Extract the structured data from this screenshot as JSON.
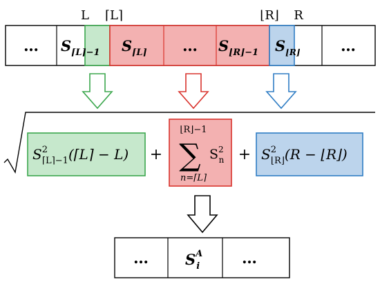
{
  "top": {
    "labels": {
      "L": "L",
      "Lceil": "⌈L⌉",
      "Rfloor": "⌊R⌋",
      "R": "R"
    },
    "cells": {
      "dots1": "…",
      "s_prev_base": "S",
      "s_prev_sub": "⌈L⌉−1",
      "s_l_base": "S",
      "s_l_sub": "⌈L⌉",
      "dots2": "…",
      "s_r1_base": "S",
      "s_r1_sub": "⌊R⌋−1",
      "s_r_base": "S",
      "s_r_sub": "⌊R⌋",
      "dots3": "…"
    }
  },
  "formula": {
    "left": {
      "base": "S",
      "sup": "2",
      "sub": "⌈L⌉−1",
      "rest": "(⌈L⌉ − L)"
    },
    "plus1": "+",
    "sum": {
      "upper": "⌊R⌋−1",
      "symbol": "∑",
      "lower": "n=⌈L⌉",
      "term_base": "S",
      "term_sup": "2",
      "term_sub": "n"
    },
    "plus2": "+",
    "right": {
      "base": "S",
      "sup": "2",
      "sub": "⌊R⌋",
      "rest": "(R − ⌊R⌋)"
    }
  },
  "bottom": {
    "dots1": "…",
    "s_base": "S",
    "s_sup": "A",
    "s_sub": "i",
    "dots2": "…"
  },
  "colors": {
    "green_fill": "#c6e8cc",
    "green_stroke": "#3aa64c",
    "red_fill": "#f3b1b1",
    "red_stroke": "#d9322c",
    "blue_fill": "#bcd4ec",
    "blue_stroke": "#2e7cc4"
  }
}
